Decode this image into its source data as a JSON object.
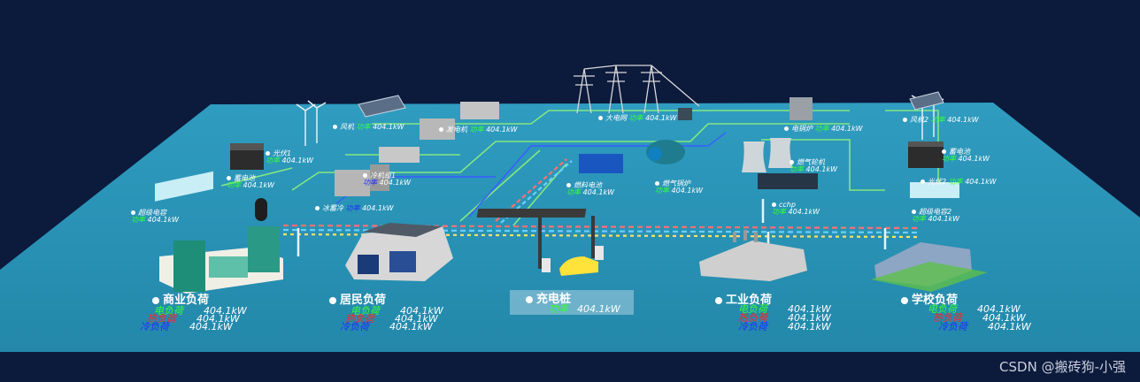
{
  "colors": {
    "background": "#0c1a3c",
    "floor": "#2a93b3",
    "elec": "#36ff36",
    "heat": "#ff2424",
    "cold": "#1f2dff"
  },
  "main_loads": [
    {
      "id": "commercial",
      "name": "商业负荷",
      "rows": [
        {
          "label": "电负荷",
          "value": "404.1kW",
          "color": "#36ff36"
        },
        {
          "label": "热负荷",
          "value": "404.1kW",
          "color": "#ff2424"
        },
        {
          "label": "冷负荷",
          "value": "404.1kW",
          "color": "#1f2dff"
        }
      ]
    },
    {
      "id": "residential",
      "name": "居民负荷",
      "rows": [
        {
          "label": "电负荷",
          "value": "404.1kW",
          "color": "#36ff36"
        },
        {
          "label": "热负荷",
          "value": "404.1kW",
          "color": "#ff2424"
        },
        {
          "label": "冷负荷",
          "value": "404.1kW",
          "color": "#1f2dff"
        }
      ]
    },
    {
      "id": "industrial",
      "name": "工业负荷",
      "rows": [
        {
          "label": "电负荷",
          "value": "404.1kW",
          "color": "#36ff36"
        },
        {
          "label": "热负荷",
          "value": "404.1kW",
          "color": "#ff2424"
        },
        {
          "label": "冷负荷",
          "value": "404.1kW",
          "color": "#1f2dff"
        }
      ]
    },
    {
      "id": "school",
      "name": "学校负荷",
      "rows": [
        {
          "label": "电负荷",
          "value": "404.1kW",
          "color": "#36ff36"
        },
        {
          "label": "热负荷",
          "value": "404.1kW",
          "color": "#ff2424"
        },
        {
          "label": "冷负荷",
          "value": "404.1kW",
          "color": "#1f2dff"
        }
      ]
    }
  ],
  "charging": {
    "name": "充电桩",
    "label": "功率",
    "value": "404.1kW"
  },
  "equipment": {
    "supercap1": {
      "name": "超级电容",
      "label": "功率",
      "value": "404.1kW"
    },
    "supercap2": {
      "name": "超级电容2",
      "label": "功率",
      "value": "404.1kW"
    },
    "ice_storage": {
      "name": "冰蓄冷",
      "label": "功率",
      "value": "404.1kW"
    },
    "chiller1": {
      "name": "冷机组1",
      "label": "功率",
      "value": "404.1kW"
    },
    "battery": {
      "name": "蓄电池",
      "label": "功率",
      "value": "404.1kW"
    },
    "battery2": {
      "name": "蓄电池",
      "label": "功率",
      "value": "404.1kW"
    },
    "pv": {
      "name": "光伏1",
      "label": "功率",
      "value": "404.1kW"
    },
    "wind": {
      "name": "风机",
      "label": "功率",
      "value": "404.1kW"
    },
    "genset": {
      "name": "发电机",
      "label": "功率",
      "value": "404.1kW"
    },
    "grid": {
      "name": "大电网",
      "label": "功率",
      "value": "404.1kW"
    },
    "fuel_cell": {
      "name": "燃料电池",
      "label": "功率",
      "value": "404.1kW"
    },
    "electric_boiler": {
      "name": "电锅炉",
      "label": "功率",
      "value": "404.1kW"
    },
    "gas_boiler": {
      "name": "燃气锅炉",
      "label": "功率",
      "value": "404.1kW"
    },
    "gas_turbine": {
      "name": "燃气轮机",
      "label": "功率",
      "value": "404.1kW"
    },
    "cchp": {
      "name": "cchp",
      "label": "功率",
      "value": "404.1kW"
    },
    "pv2": {
      "name": "光伏2",
      "label": "功率",
      "value": "404.1kW"
    },
    "wind2": {
      "name": "风机2",
      "label": "功率",
      "value": "404.1kW"
    }
  },
  "watermark": "CSDN @搬砖狗-小强"
}
